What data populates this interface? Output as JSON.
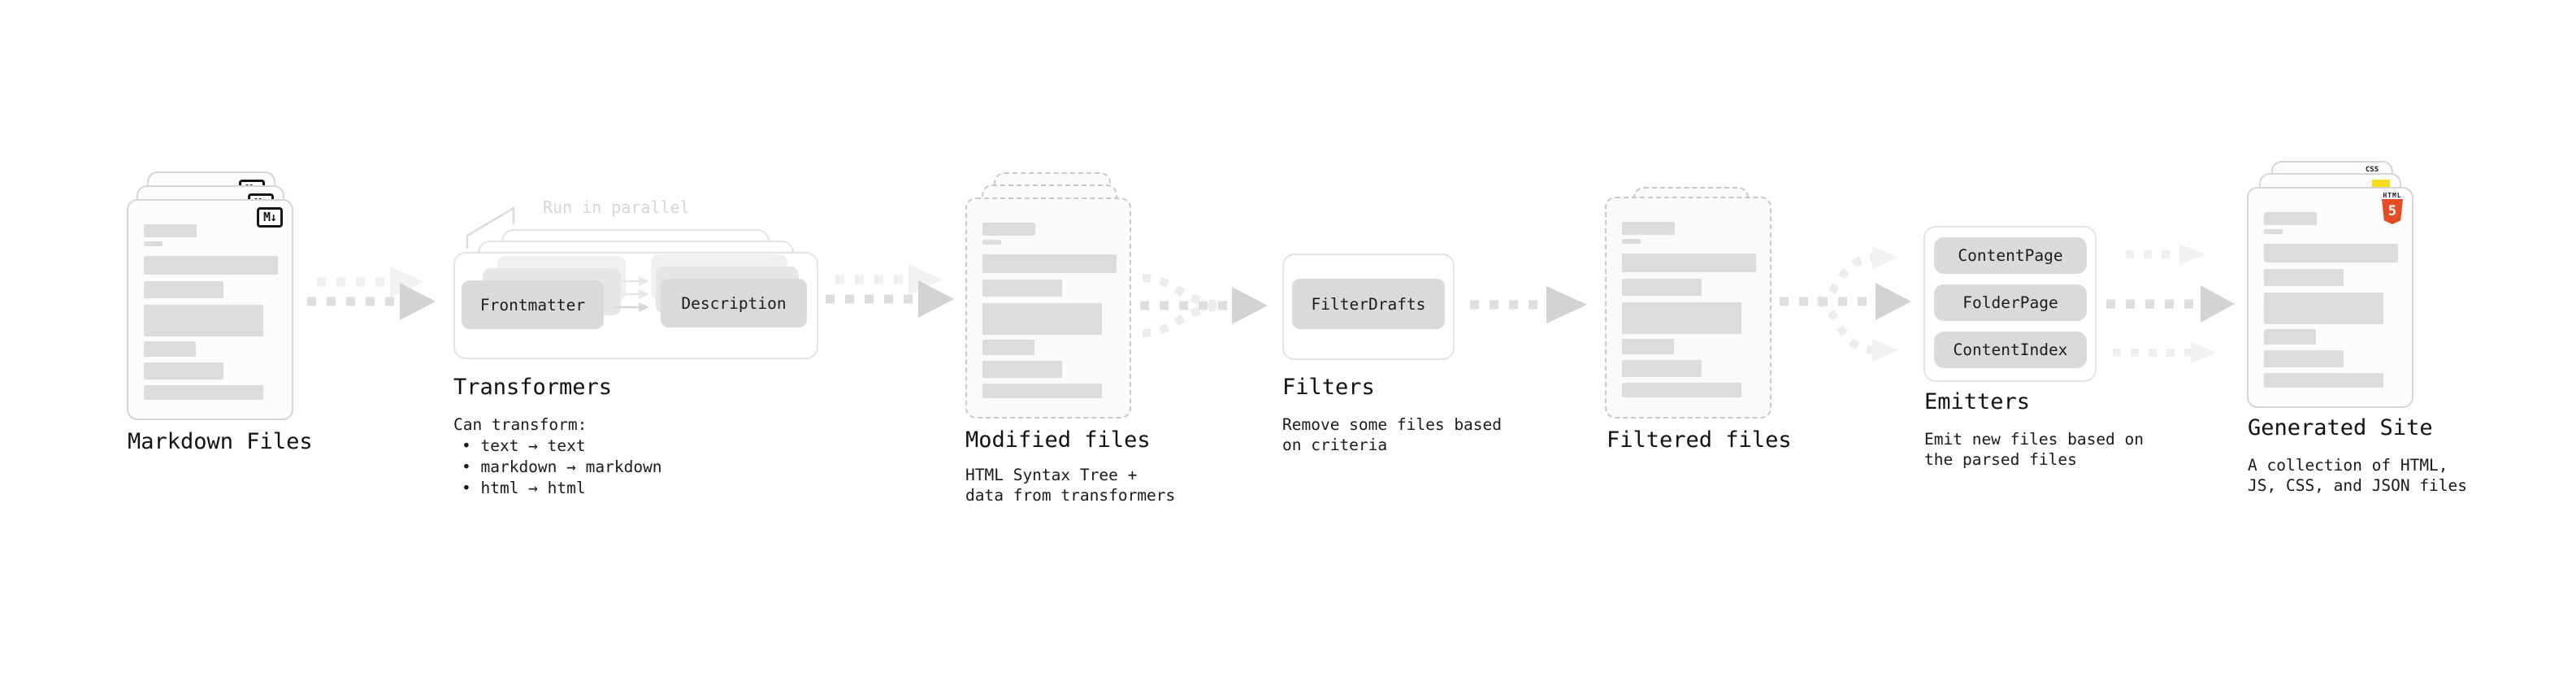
{
  "stages": {
    "markdown": {
      "title": "Markdown Files",
      "badge": "M↓"
    },
    "transformers": {
      "note": "Run in parallel",
      "pill_frontmatter": "Frontmatter",
      "pill_description": "Description",
      "title": "Transformers",
      "caption": "Can transform:",
      "bullets": [
        "text → text",
        "markdown → markdown",
        "html → html"
      ]
    },
    "modified": {
      "title": "Modified files",
      "caption": "HTML Syntax Tree +\ndata from transformers"
    },
    "filters": {
      "title": "Filters",
      "pill": "FilterDrafts",
      "caption": "Remove some files based\non criteria"
    },
    "filtered": {
      "title": "Filtered files"
    },
    "emitters": {
      "title": "Emitters",
      "pills": [
        "ContentPage",
        "FolderPage",
        "ContentIndex"
      ],
      "caption": "Emit new files based on\nthe parsed files"
    },
    "generated": {
      "title": "Generated Site",
      "caption": "A collection of HTML,\nJS, CSS, and JSON files",
      "badge_css": "CSS",
      "badge_html": "HTML",
      "badge_five": "5"
    }
  },
  "colors": {
    "html5_orange": "#e44d26",
    "js_yellow": "#f5de19",
    "css_blue": "#2e6be5",
    "dark_arrow": "#d3d3d3",
    "light_arrow": "#f2f2f2",
    "bar_gray": "#dcdcdc",
    "note_gray": "#d6d6d6"
  }
}
